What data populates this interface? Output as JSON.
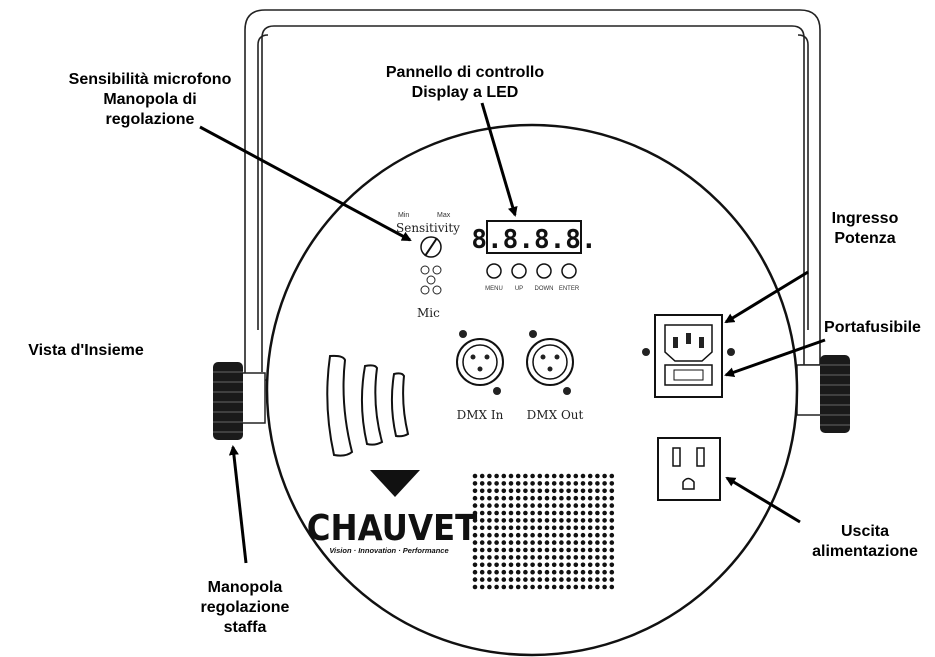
{
  "callouts": {
    "mic_sensitivity": {
      "line1": "Sensibilità microfono",
      "line2": "Manopola di",
      "line3": "regolazione"
    },
    "control_panel": {
      "line1": "Pannello di controllo",
      "line2": "Display a LED"
    },
    "power_in": {
      "line1": "Ingresso",
      "line2": "Potenza"
    },
    "fuse_holder": {
      "line1": "Portafusibile"
    },
    "overview": {
      "line1": "Vista d'Insieme"
    },
    "bracket_knob": {
      "line1": "Manopola",
      "line2": "regolazione",
      "line3": "staffa"
    },
    "power_out": {
      "line1": "Uscita",
      "line2": "alimentazione"
    }
  },
  "panel": {
    "sensitivity_min": "Min",
    "sensitivity_max": "Max",
    "sensitivity_label": "Sensitivity",
    "mic_label": "Mic",
    "led_display": "8.8.8.8.",
    "buttons": [
      "MENU",
      "UP",
      "DOWN",
      "ENTER"
    ],
    "dmx_in": "DMX In",
    "dmx_out": "DMX Out"
  },
  "brand": {
    "logo": "CHAUVET",
    "tagline": "Vision · Innovation · Performance"
  }
}
